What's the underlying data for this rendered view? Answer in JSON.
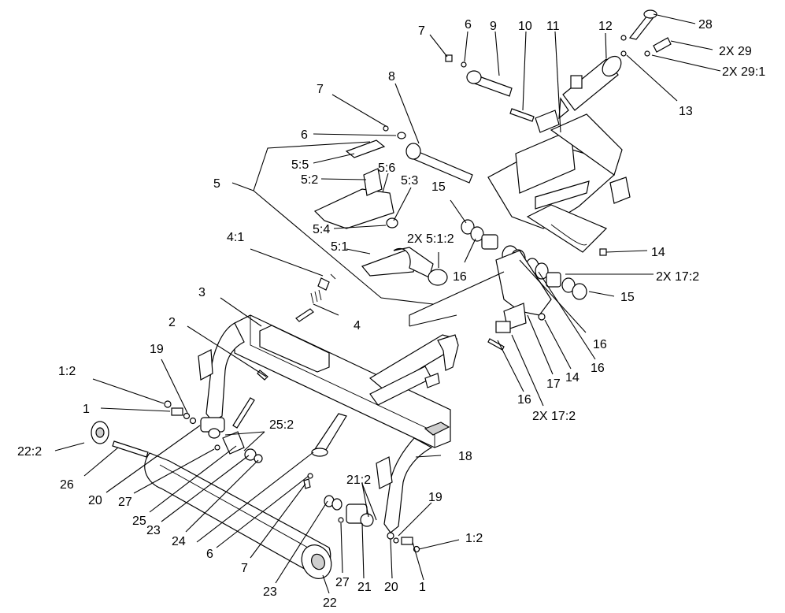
{
  "labels": {
    "l28": "28",
    "l29": "2X 29",
    "l29_1": "2X 29:1",
    "l12": "12",
    "l11": "11",
    "l10": "10",
    "l9": "9",
    "l6a": "6",
    "l7a": "7",
    "l8": "8",
    "l7b": "7",
    "l6b": "6",
    "l13": "13",
    "l5": "5",
    "l5_5": "5:5",
    "l5_6": "5:6",
    "l5_2": "5:2",
    "l5_3": "5:3",
    "l15a": "15",
    "l5_4": "5:4",
    "l5_1_2": "2X 5:1:2",
    "l5_1": "5:1",
    "l16a": "16",
    "l14a": "14",
    "l17_2a": "2X 17:2",
    "l15b": "15",
    "l4_1": "4:1",
    "l4": "4",
    "l3": "3",
    "l2": "2",
    "l16b": "16",
    "l16c": "16",
    "l17": "17",
    "l14b": "14",
    "l16d": "16",
    "l17_2b": "2X 17:2",
    "l19a": "19",
    "l1_2a": "1:2",
    "l1a": "1",
    "l25_2": "25:2",
    "l22_2": "22:2",
    "l26": "26",
    "l20a": "20",
    "l27a": "27",
    "l25": "25",
    "l23a": "23",
    "l24": "24",
    "l18": "18",
    "l6c": "6",
    "l7c": "7",
    "l21_2": "21:2",
    "l19b": "19",
    "l1_2b": "1:2",
    "l23b": "23",
    "l27b": "27",
    "l21": "21",
    "l20b": "20",
    "l1b": "1",
    "l22": "22"
  },
  "colors": {
    "line": "#000000",
    "background": "#ffffff",
    "shade": "#cfcfcf"
  }
}
